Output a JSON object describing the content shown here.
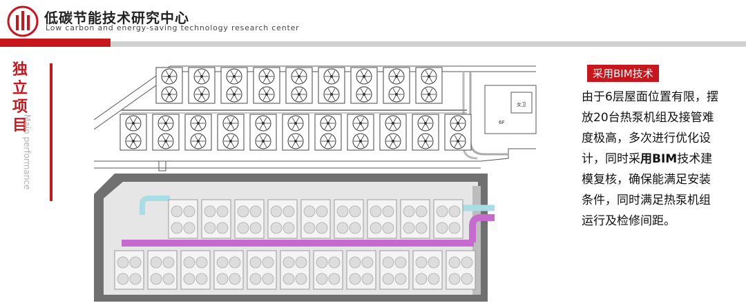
{
  "header": {
    "org_title": "低碳节能技术研究中心",
    "org_subtitle": "Low carbon and energy-saving technology research center"
  },
  "side": {
    "title_chars": [
      "独",
      "立",
      "项",
      "目"
    ],
    "subtitle": "Main performance"
  },
  "plan": {
    "room_label": "女卫",
    "elev_label": "6F"
  },
  "content": {
    "badge": "采用BIM技术",
    "text_part1": "由于6层屋面位置有限，摆放20台热泵机组及接管难度极高，多次进行优化设计，同时采",
    "text_bold": "用BIM",
    "text_part2": "技术建模复核，确保能满足安装条件，同时满足热泵机组运行及检修间距。"
  },
  "colors": {
    "brand_red": "#c8161d",
    "pipe_cyan": "#a8dde6",
    "pipe_magenta": "#c66ad0"
  }
}
